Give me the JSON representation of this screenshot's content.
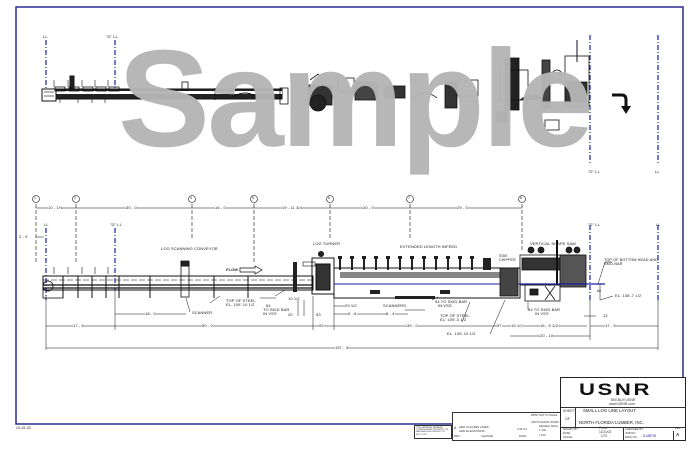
{
  "watermark": "Sample",
  "plan_view": {
    "line_labels": {
      "left_ll": "LL",
      "left_sawline": "\"D\" LL",
      "right_sawline": "\"D\" LL",
      "right_ll": "LL"
    },
    "flow_turn_icon": "curved-arrow-down"
  },
  "elevation_view": {
    "stations": [
      "1",
      "2",
      "4",
      "5",
      "6",
      "7",
      "8"
    ],
    "top_dimensions": [
      "10 - 1½",
      "30 - 0",
      "16 - 0",
      "19 - 11 3/4",
      "20 - 0",
      "29 - 0"
    ],
    "left_vertical_dim": "2 - 9",
    "line_labels": {
      "left_ll": "LL",
      "left_sawline": "\"D\" LL",
      "right_sawline": "\"D\" LL",
      "right_ll": "LL"
    },
    "section_labels": {
      "log_scanning_conveyor": "LOG SCANNING CONVEYOR",
      "log_turner": "LOG TURNER",
      "extended_length_infeed": "EXTENDED LENGTH INFEED",
      "vertical_shape_saw": "VERTICAL SHAPE SAW",
      "side_chipper": "SIDE CHIPPER",
      "flow": "FLOW"
    },
    "callouts": {
      "top_of_bottom_head": "TOP OF BOTTOM HEAD AND SKID BAR",
      "el_right": "EL. 108'-7 1/2",
      "top_of_steel_left_1": "TOP OF STEEL",
      "top_of_steel_left_2": "EL. 109'-10 1/2",
      "scanner": "SCANNER",
      "skid_bar_left_1": "54",
      "skid_bar_left_2": "TO SKID BAR",
      "skid_bar_left_3": "IN VSS",
      "scanners": "SCANNERS",
      "skid_bar_mid_1": "54 TO SKID BAR",
      "skid_bar_mid_2": "IN VSS",
      "top_of_steel_mid_1": "TOP OF STEEL",
      "top_of_steel_mid_2": "EL. 109'-3 1/2",
      "el_mid": "EL. 109'-10 1/2",
      "skid_bar_right_1": "54 TO SKID BAR",
      "skid_bar_right_2": "IN VSS",
      "height_68": "68"
    },
    "bottom_dimensions": {
      "d_10_half": "10 1/2",
      "d_20": "20",
      "d_53": "53",
      "d_29_half": "29 1/2",
      "d_9_6": "9 - 6",
      "d_8_4": "8 - 4",
      "d_18_0": "18 - 0",
      "d_17_6_left": "17 - 6",
      "d_50_0": "50 - 0",
      "d_92": "92",
      "d_39_0": "39 - 0",
      "d_57": "57",
      "d_15_half": "15 1/2",
      "d_16_5_half": "16 - 5 1/2",
      "d_12": "12",
      "d_17_6_right": "17 - 6",
      "d_20_10": "20 - 10",
      "overall": "157 - 3"
    }
  },
  "title_block": {
    "company": "USNR",
    "phone": "800.BUY.USNR",
    "website": "www.USNR.com",
    "sheet_label": "SHEET",
    "of_label": "OF",
    "drawing_title": "SMALL LOG LINE LAYOUT",
    "customer": "NORTH FLORIDA LUMBER, INC.",
    "drawn_by_label": "DRAWN BY:",
    "drawn_by": "Portel",
    "checked_by_label": "CHECKED BY:",
    "date_label": "DATE",
    "date": "11/21/03",
    "scale_label": "SCALE",
    "scale": "1/72",
    "job_no_label": "JOB NO.",
    "dwg_no_label": "DWG NO.",
    "dwg_no": "D-M8726",
    "rev_label": "REV",
    "rev": "A"
  },
  "revision_block": {
    "proprietary_note": "THIS MATERIAL REMAINS CONFIDENTIAL PROPERTY OF NATURAL RESOURCES. DO NOT COPY",
    "rev_letter": "A",
    "rev_desc_1": "ADD COLUMN LINES",
    "rev_desc_2": "ADD ELEVATIONS",
    "rev_col": "REV",
    "change_col": "CHANGE",
    "date_col": "DATE",
    "rev_date": "4-21-04",
    "print_scale_label": "PRINT NOT TO SCALE",
    "tolerance_label": "UNITS UNLESS NOTED",
    "tol_decimal": "DECIMAL",
    "tol_frac": "FRAC.",
    "tol_a": "± .030",
    "tol_b": "± 1/16"
  },
  "footer_code": "10-26-03",
  "colors": {
    "border": "#2b2b8f",
    "lines": "#111111",
    "centerline": "#1d1da8",
    "watermark": "#b5b5b5"
  }
}
